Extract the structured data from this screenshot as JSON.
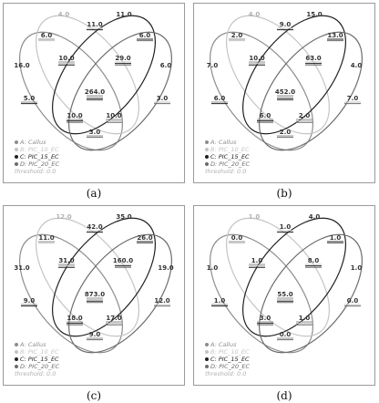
{
  "legend": {
    "items": [
      {
        "label": "A: Callus",
        "color": "#8c8c8c"
      },
      {
        "label": "B: PIC_10_EC",
        "color": "#c4c4c4"
      },
      {
        "label": "C: PIC_15_EC",
        "color": "#202020"
      },
      {
        "label": "D: PIC_20_EC",
        "color": "#6c6c6c"
      }
    ],
    "threshold": "threshold: 0.0"
  },
  "panels": [
    {
      "caption": "(a)",
      "values": {
        "A": "16.0",
        "B": "4.0",
        "C": "11.0",
        "D": "6.0",
        "AB": "6.0",
        "BC": "11.0",
        "CD": "6.0",
        "AC": "5.0",
        "BD": "3.0",
        "ABC": "10.0",
        "BCD": "29.0",
        "ACD": "10.0",
        "ABD": "10.0",
        "AD": "3.0",
        "ABCD": "264.0"
      }
    },
    {
      "caption": "(b)",
      "values": {
        "A": "7.0",
        "B": "4.0",
        "C": "15.0",
        "D": "4.0",
        "AB": "2.0",
        "BC": "9.0",
        "CD": "13.0",
        "AC": "6.0",
        "BD": "7.0",
        "ABC": "10.0",
        "BCD": "63.0",
        "ACD": "6.0",
        "ABD": "2.0",
        "AD": "2.0",
        "ABCD": "452.0"
      }
    },
    {
      "caption": "(c)",
      "values": {
        "A": "31.0",
        "B": "12.0",
        "C": "35.0",
        "D": "19.0",
        "AB": "11.0",
        "BC": "42.0",
        "CD": "26.0",
        "AC": "9.0",
        "BD": "12.0",
        "ABC": "31.0",
        "BCD": "160.0",
        "ACD": "18.0",
        "ABD": "17.0",
        "AD": "9.0",
        "ABCD": "873.0"
      }
    },
    {
      "caption": "(d)",
      "values": {
        "A": "1.0",
        "B": "1.0",
        "C": "4.0",
        "D": "1.0",
        "AB": "0.0",
        "BC": "1.0",
        "CD": "1.0",
        "AC": "1.0",
        "BD": "0.0",
        "ABC": "1.0",
        "BCD": "8.0",
        "ACD": "3.0",
        "ABD": "1.0",
        "AD": "0.0",
        "ABCD": "55.0"
      }
    }
  ]
}
